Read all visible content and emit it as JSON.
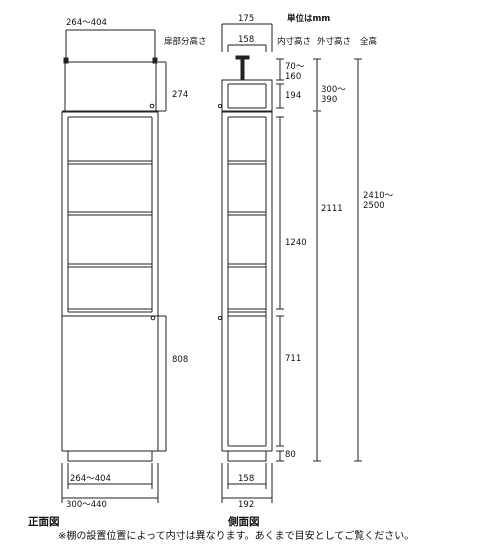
{
  "unit_label": "単位はmm",
  "front": {
    "title": "正面図",
    "width_top": "264～404",
    "door_label": "扉部分高さ",
    "upper_door": "274",
    "lower_door": "808",
    "width_inner_bottom": "264～404",
    "width_outer_bottom": "300～440"
  },
  "side": {
    "title": "側面図",
    "depth_outer_top": "175",
    "depth_inner_top": "158",
    "depth_inner_bottom": "158",
    "depth_outer_bottom": "192"
  },
  "headers": {
    "inner": "内寸高さ",
    "outer": "外寸高さ",
    "total": "全高"
  },
  "dims": {
    "top_gap": "70～\n160",
    "top_compartment": "194",
    "upper_range": "300～\n390",
    "middle": "1240",
    "outer_main": "2111",
    "lower": "711",
    "base": "80",
    "total": "2410～\n2500"
  },
  "footnote": "※棚の設置位置によって内寸は異なります。あくまで目安としてご覧ください。"
}
